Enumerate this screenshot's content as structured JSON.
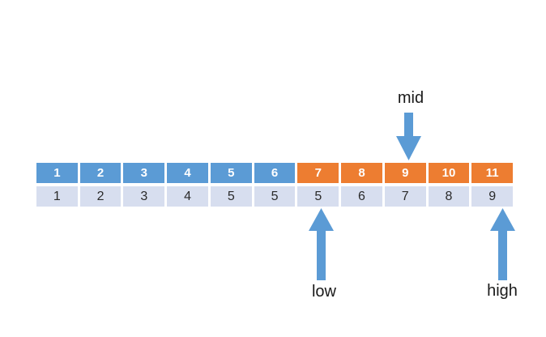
{
  "diagram": {
    "description": "binary-search array diagram",
    "labels": {
      "mid": "mid",
      "low": "low",
      "high": "high"
    },
    "pointers": {
      "mid_index": 9,
      "low_index": 7,
      "high_index": 11
    },
    "cells": [
      {
        "index": "1",
        "value": "1",
        "segment": "blue"
      },
      {
        "index": "2",
        "value": "2",
        "segment": "blue"
      },
      {
        "index": "3",
        "value": "3",
        "segment": "blue"
      },
      {
        "index": "4",
        "value": "4",
        "segment": "blue"
      },
      {
        "index": "5",
        "value": "5",
        "segment": "blue"
      },
      {
        "index": "6",
        "value": "5",
        "segment": "blue"
      },
      {
        "index": "7",
        "value": "5",
        "segment": "orange"
      },
      {
        "index": "8",
        "value": "6",
        "segment": "orange"
      },
      {
        "index": "9",
        "value": "7",
        "segment": "orange"
      },
      {
        "index": "10",
        "value": "8",
        "segment": "orange"
      },
      {
        "index": "11",
        "value": "9",
        "segment": "orange"
      }
    ]
  },
  "colors": {
    "blue": "#5B9BD5",
    "orange": "#ED7D31",
    "light_cell": "#D7DEEF",
    "arrow": "#5B9BD5",
    "background": "#FFFFFF"
  }
}
